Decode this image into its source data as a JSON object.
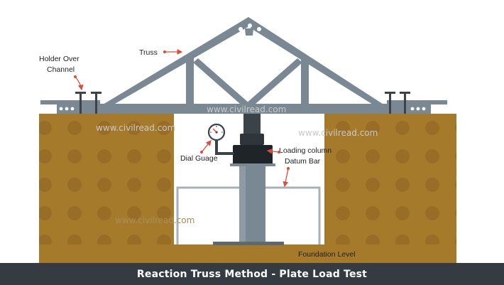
{
  "labels": {
    "holder": "Holder Over",
    "channel": "Channel",
    "truss": "Truss",
    "dial_gauge": "Dial Guage",
    "loading_column": "Loading column",
    "datum_bar": "Datum Bar",
    "foundation": "Foundation Level"
  },
  "watermarks": [
    "www.civilread.com",
    "www.civilread.com",
    "www.civilread.com",
    "www.civilread.com"
  ],
  "caption": "Reaction Truss Method - Plate Load Test",
  "colors": {
    "soil": "#a57b2b",
    "soil_spot": "#8d6424",
    "steel": "#7a8893",
    "steel_dark": "#3b4248",
    "arrow": "#e0493b",
    "caption_bar": "#353c41"
  }
}
